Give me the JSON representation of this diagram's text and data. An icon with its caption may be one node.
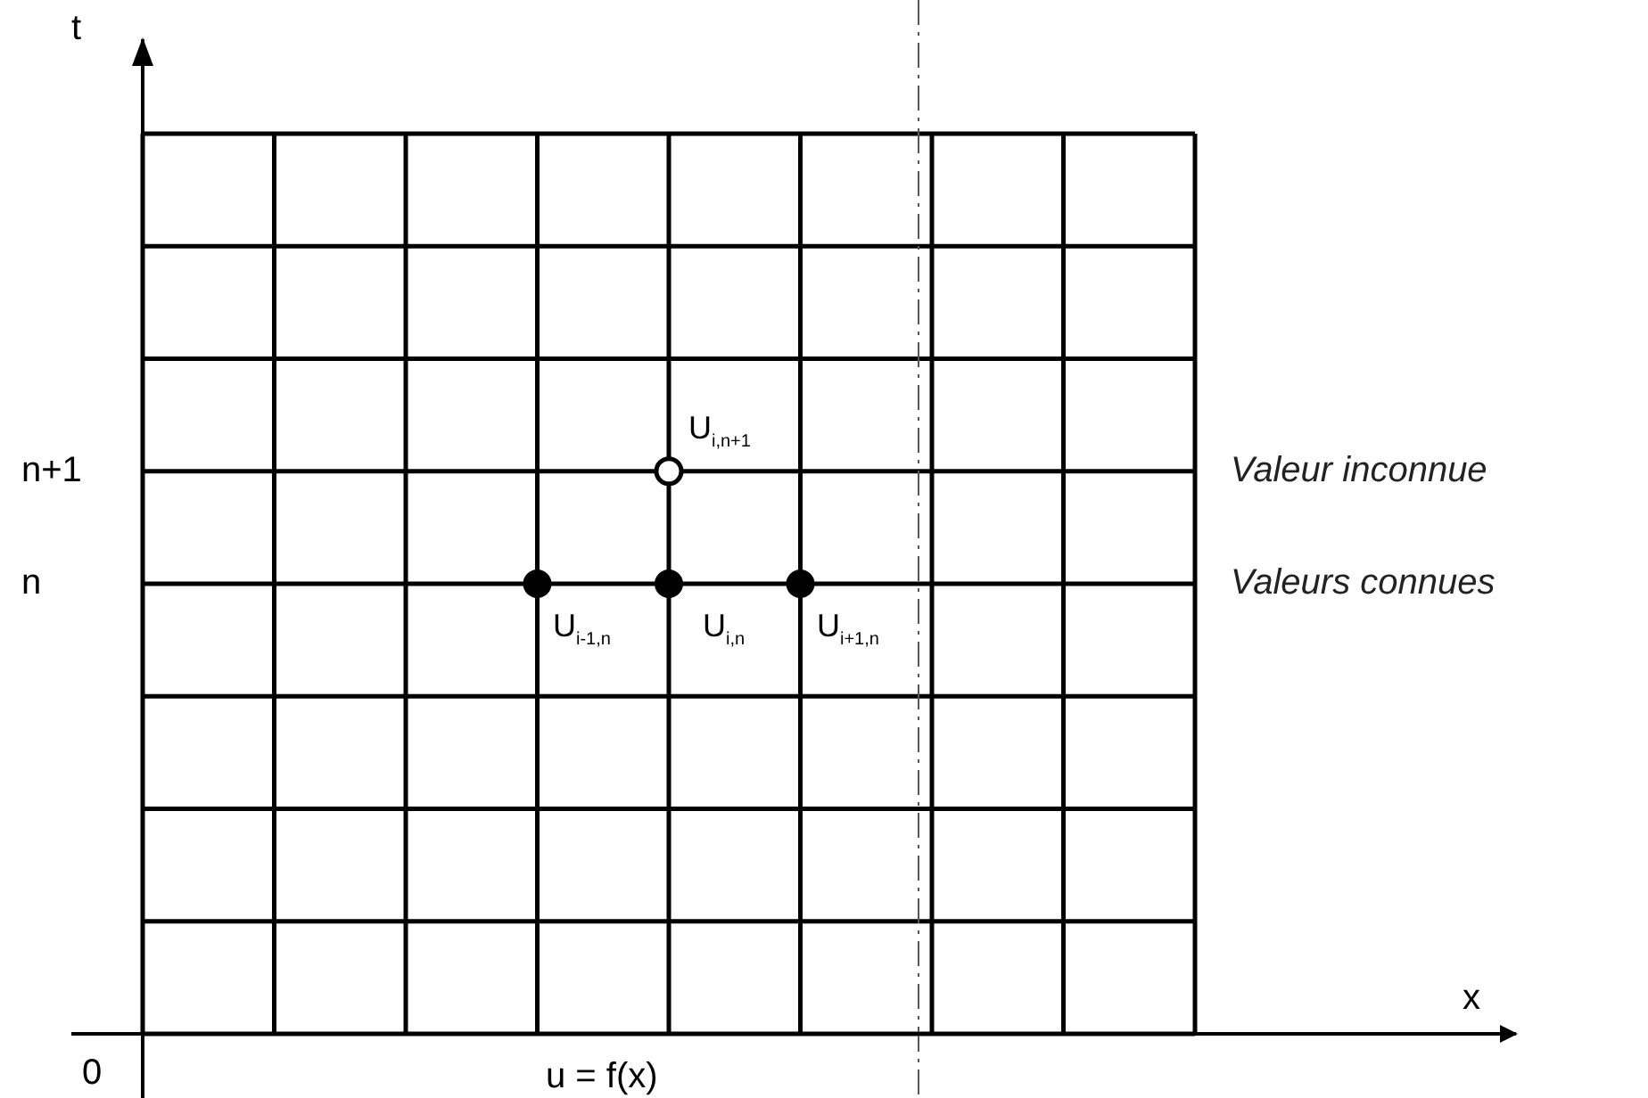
{
  "diagram": {
    "labels": [
      "t",
      "U$_{i,n+1}$",
      "n+1",
      "Valeur inconnue",
      "n",
      "Valeurs connues",
      "U$_{i-1,n}$",
      "U$_{i,n}$",
      "U$_{i+1,n}$",
      "x",
      "0",
      "u = f(x)"
    ]
  }
}
